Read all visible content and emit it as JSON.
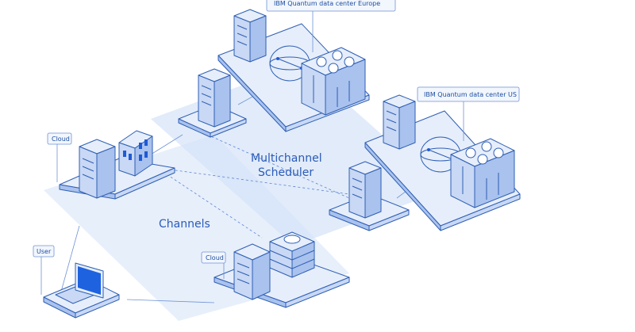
{
  "labels": {
    "europe_dc": "IBM Quantum data center Europe",
    "us_dc": "IBM Quantum data center US",
    "scheduler_line1": "Multichannel",
    "scheduler_line2": "Scheduler",
    "channels": "Channels",
    "cloud_left": "Cloud",
    "cloud_bottom": "Cloud",
    "user": "User"
  },
  "colors": {
    "outline": "#2f5fb3",
    "light_fill": "#e6eefb",
    "mid_fill": "#c8d8f5",
    "dark_fill": "#a9c2ee",
    "accent": "#1f5ad6",
    "plane_fill": "#dce7f9",
    "screen": "#1e62e0"
  }
}
